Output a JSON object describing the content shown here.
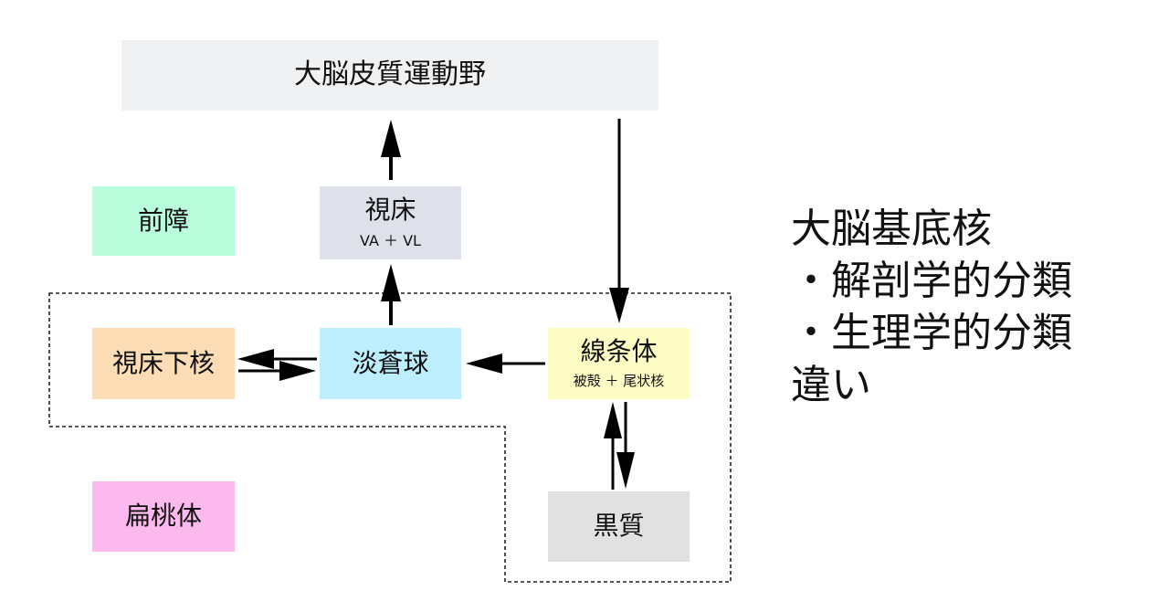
{
  "boxes": {
    "cortex": {
      "label": "大脳皮質運動野"
    },
    "thalamus": {
      "label": "視床",
      "sub": "VA ＋ VL"
    },
    "claustrum": {
      "label": "前障"
    },
    "subthalamic": {
      "label": "視床下核"
    },
    "pallidus": {
      "label": "淡蒼球"
    },
    "striatum": {
      "label": "線条体",
      "sub": "被殻 ＋ 尾状核"
    },
    "amygdala": {
      "label": "扁桃体"
    },
    "nigra": {
      "label": "黒質"
    }
  },
  "heading": {
    "line1": "大脳基底核",
    "line2": "・解剖学的分類",
    "line3": "・生理学的分類",
    "line4": "違い"
  },
  "colors": {
    "cortex": "#eff1f3",
    "thalamus": "#dfe1ea",
    "claustrum": "#b9fddc",
    "subthalamic": "#fbdcb5",
    "pallidus": "#bdeefd",
    "striatum": "#fdfcc5",
    "amygdala": "#fcb9ee",
    "nigra": "#e1e1e1",
    "arrow": "#000000",
    "region_outline": "#222222"
  }
}
